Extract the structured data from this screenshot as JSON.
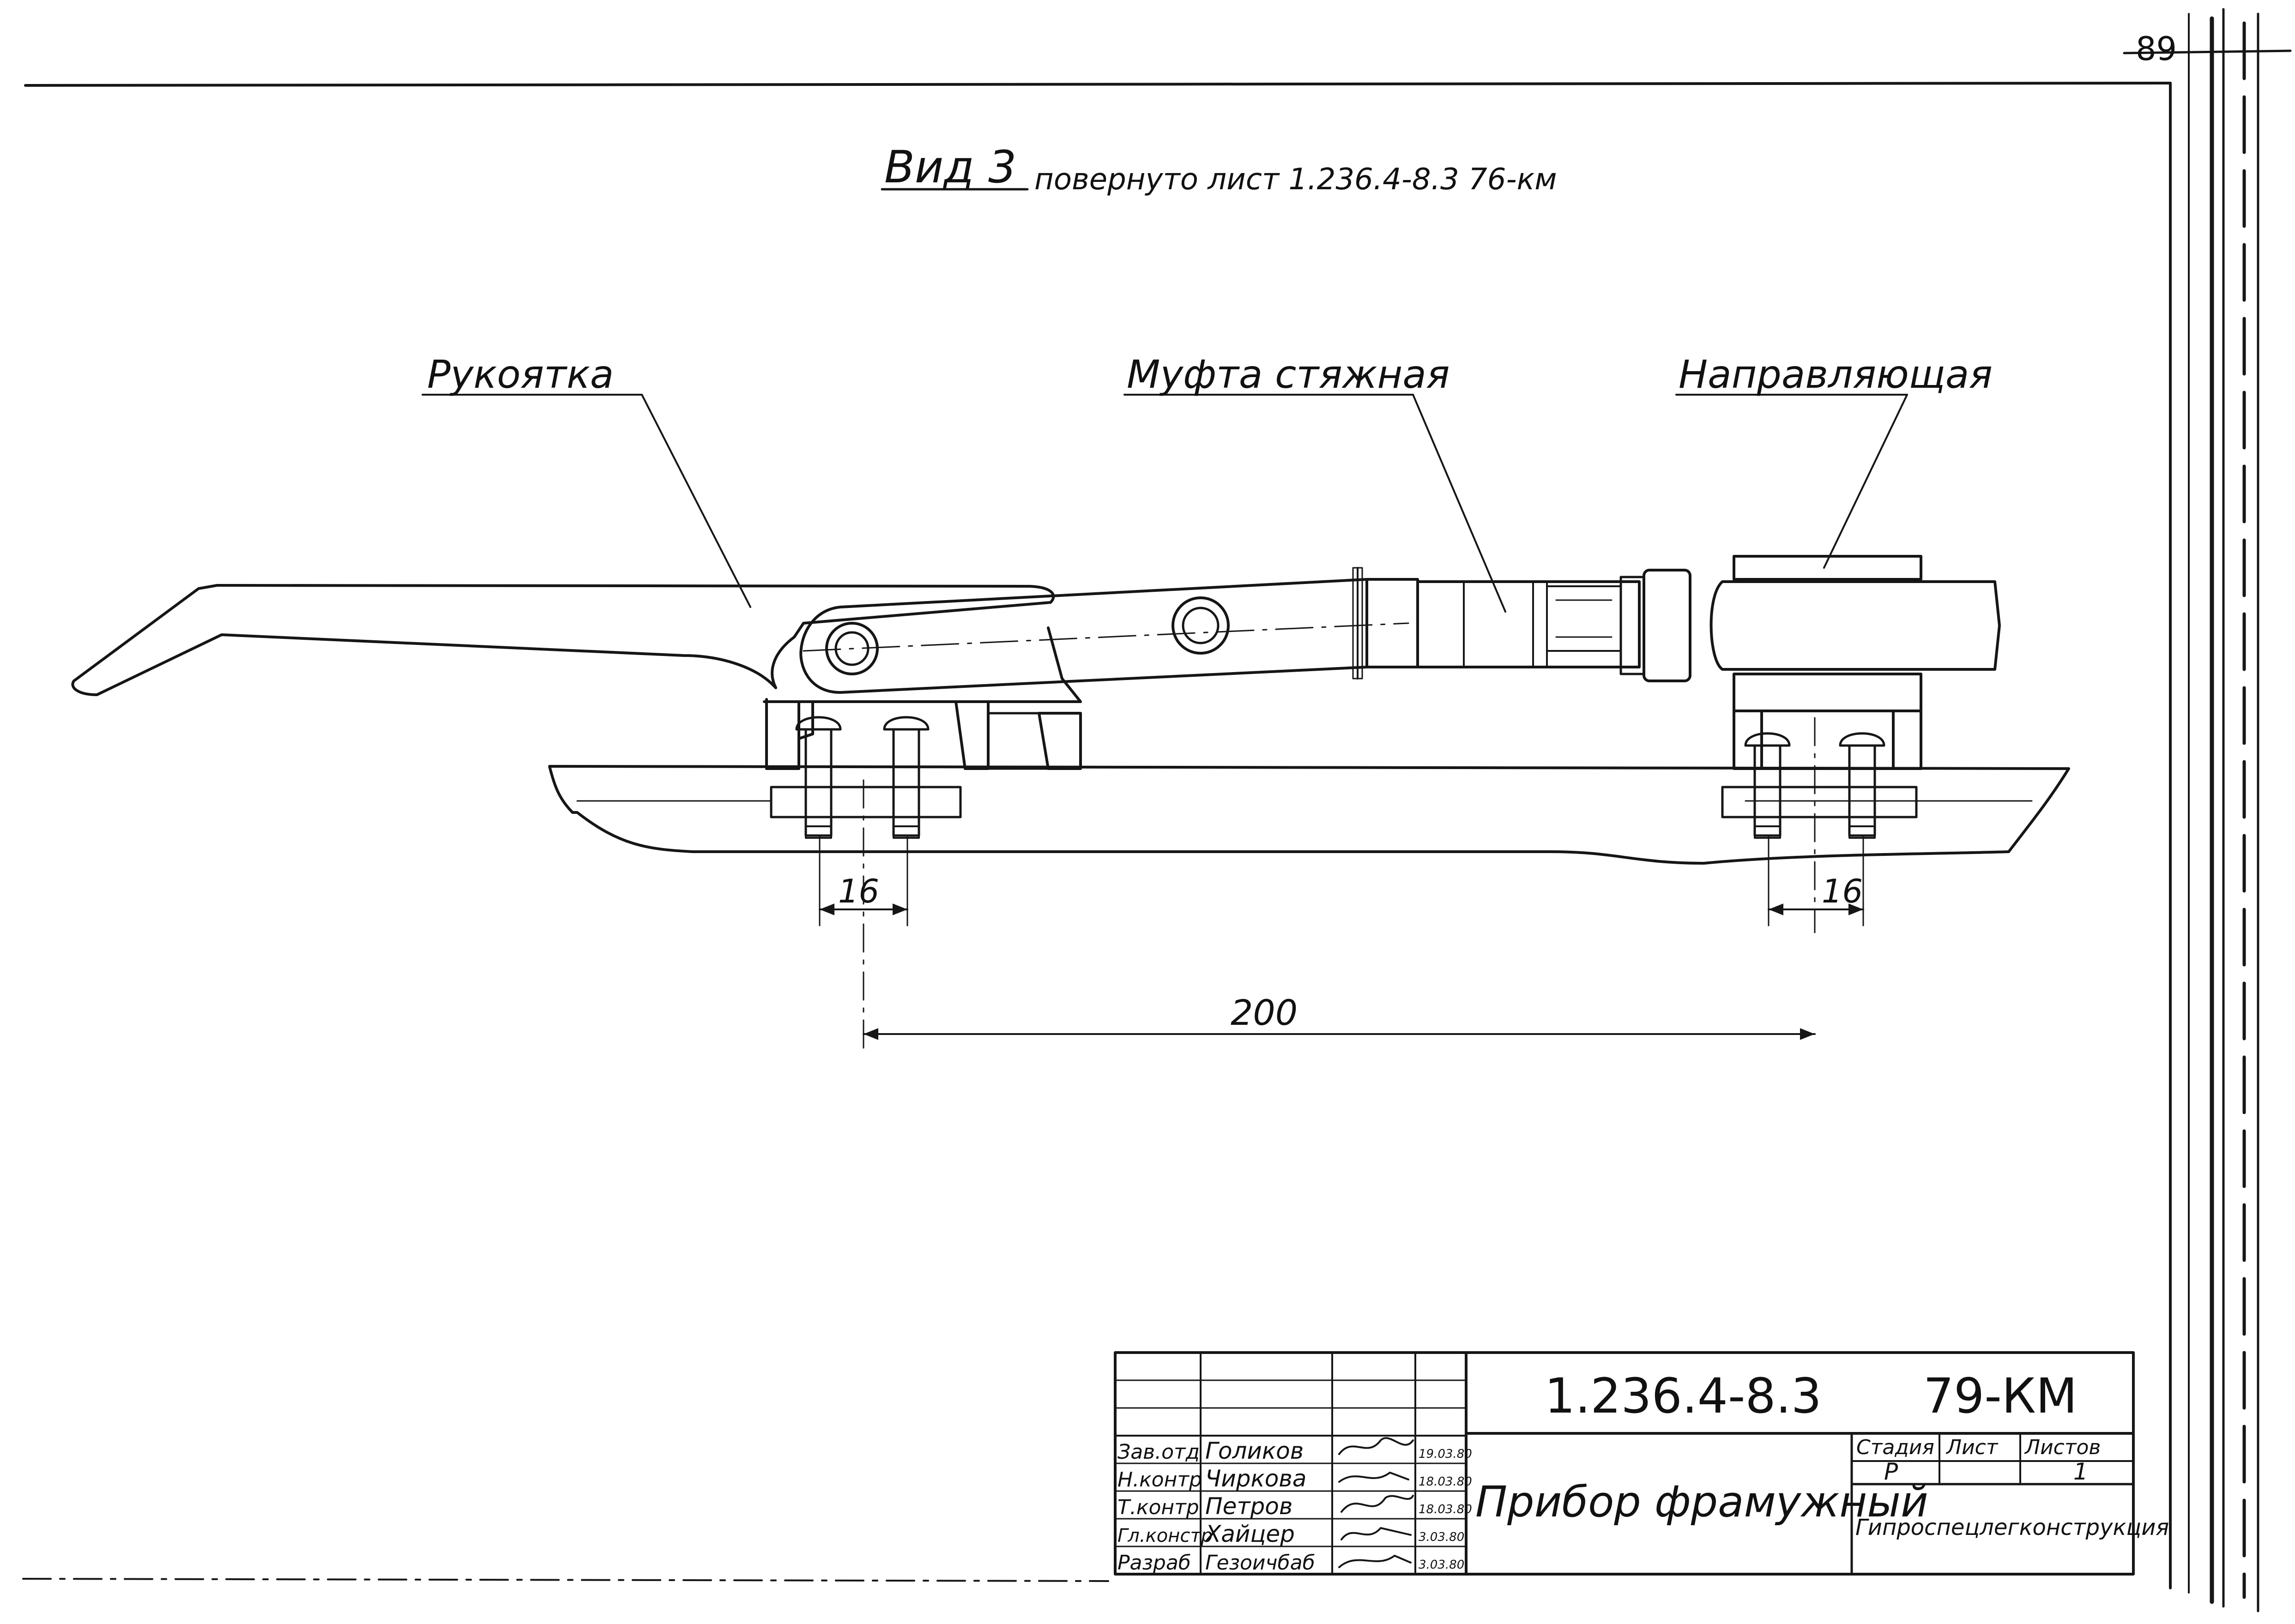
{
  "sheet_number": "89",
  "view_title": {
    "view": "Вид 3",
    "note": "повернуто лист 1.236.4-8.3 76-км"
  },
  "labels": {
    "handle": "Рукоятка",
    "coupling": "Муфта стяжная",
    "guide": "Направляющая"
  },
  "dimensions": {
    "left_spacing": "16",
    "right_spacing": "16",
    "center_distance": "200"
  },
  "title_block": {
    "document_code": "1.236.4-8.3",
    "sheet_code": "79-КМ",
    "product_name": "Прибор фрамужный",
    "organization": "Гипроспецлегконструкция",
    "stage_header": "Стадия",
    "sheet_header": "Лист",
    "sheets_header": "Листов",
    "stage_value": "Р",
    "sheets_value": "1",
    "sign_rows": [
      {
        "role": "Зав.отд",
        "name": "Голиков",
        "date": "19.03.80"
      },
      {
        "role": "Н.контр",
        "name": "Чиркова",
        "date": "18.03.80"
      },
      {
        "role": "Т.контр",
        "name": "Петров",
        "date": "18.03.80"
      },
      {
        "role": "Гл.констр",
        "name": "Хайцер",
        "date": "3.03.80"
      },
      {
        "role": "Разраб",
        "name": "Гезоичбаб",
        "date": "3.03.80"
      }
    ]
  }
}
